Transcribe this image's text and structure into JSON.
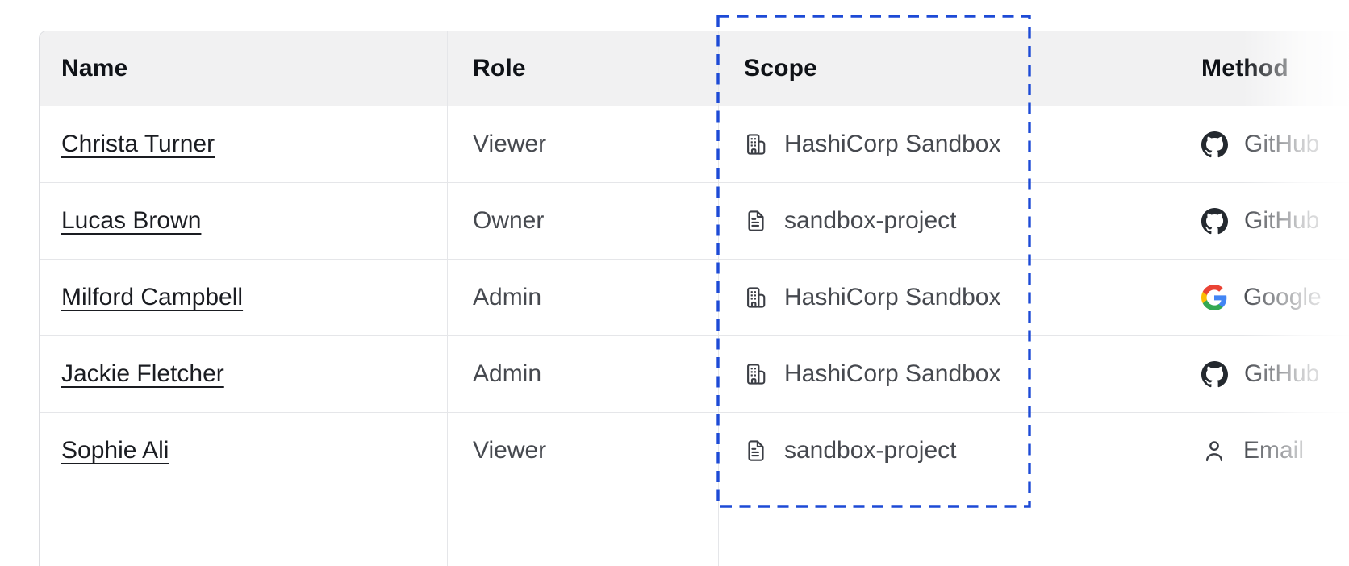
{
  "colors": {
    "accent_blue": "#1d4ad6",
    "header_bg": "#f1f1f2",
    "border_gray": "#e0e1e5",
    "icon_gray": "#3b3e45",
    "github_black": "#24292f",
    "google_blue": "#4285F4",
    "google_green": "#34A853",
    "google_yellow": "#FBBC05",
    "google_red": "#EA4335"
  },
  "table": {
    "columns": [
      {
        "label": "Name"
      },
      {
        "label": "Role"
      },
      {
        "label": "Scope"
      },
      {
        "label": "Method"
      }
    ],
    "rows": [
      {
        "name": "Christa Turner",
        "role": "Viewer",
        "scope": "HashiCorp Sandbox",
        "scope_icon": "organization-icon",
        "method": "GitHub",
        "method_icon": "github-icon"
      },
      {
        "name": "Lucas Brown",
        "role": "Owner",
        "scope": "sandbox-project",
        "scope_icon": "project-icon",
        "method": "GitHub",
        "method_icon": "github-icon"
      },
      {
        "name": "Milford Campbell",
        "role": "Admin",
        "scope": "HashiCorp Sandbox",
        "scope_icon": "organization-icon",
        "method": "Google",
        "method_icon": "google-icon"
      },
      {
        "name": "Jackie Fletcher",
        "role": "Admin",
        "scope": "HashiCorp Sandbox",
        "scope_icon": "organization-icon",
        "method": "GitHub",
        "method_icon": "github-icon"
      },
      {
        "name": "Sophie Ali",
        "role": "Viewer",
        "scope": "sandbox-project",
        "scope_icon": "project-icon",
        "method": "Email",
        "method_icon": "email-icon"
      }
    ]
  },
  "annotation": {
    "type": "dashed-rectangle-highlight",
    "highlighted_column": "Scope"
  }
}
